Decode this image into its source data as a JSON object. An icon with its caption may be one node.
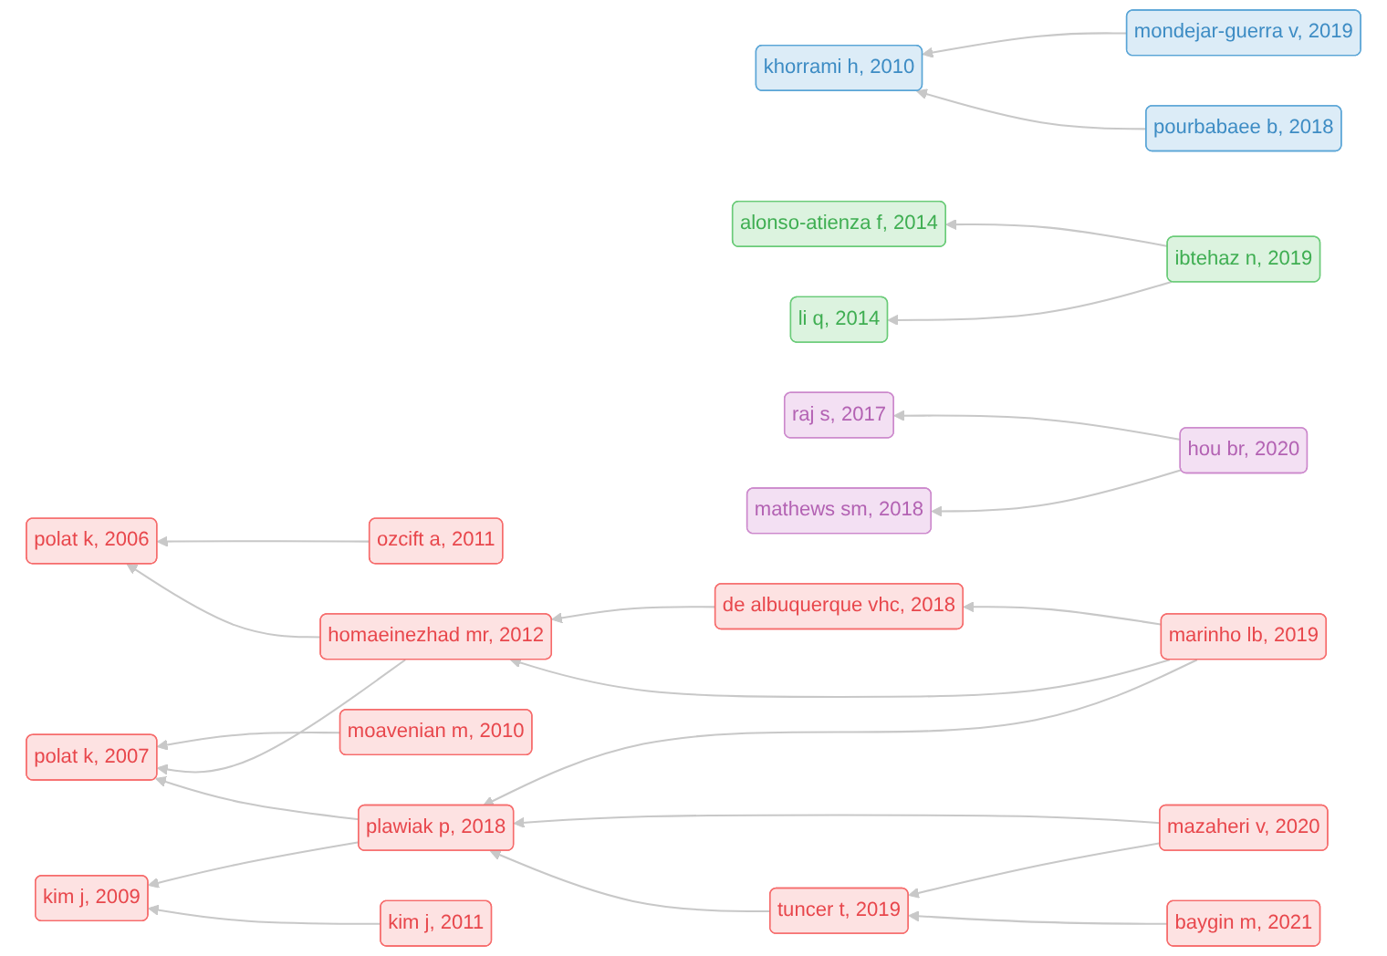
{
  "diagram": {
    "nodes": [
      {
        "text": [
          "ozcift a, 2011"
        ]
      },
      {
        "text": [
          "de albuquerque vhc, 2018"
        ]
      },
      {
        "text": [
          "polat k, 2006"
        ]
      },
      {
        "text": [
          "moavenian m, 2010"
        ]
      },
      {
        "text": [
          "marinho lb, 2019"
        ]
      },
      {
        "text": [
          "polat k, 2007"
        ]
      },
      {
        "text": [
          "homaeinezhad mr, 2012"
        ]
      },
      {
        "text": [
          "plawiak p, 2018"
        ]
      },
      {
        "text": [
          "mazaheri v, 2020"
        ]
      },
      {
        "text": [
          "kim j, 2011"
        ]
      },
      {
        "text": [
          "kim j, 2009"
        ]
      },
      {
        "text": [
          "tuncer t, 2019"
        ]
      },
      {
        "text": [
          "baygin m, 2021"
        ]
      },
      {
        "text": [
          "mondejar-guerra v, 2019"
        ]
      },
      {
        "text": [
          "khorrami h, 2010"
        ]
      },
      {
        "text": [
          "pourbabaee b, 2018"
        ]
      },
      {
        "text": [
          "alonso-atienza f, 2014"
        ]
      },
      {
        "text": [
          "ibtehaz n, 2019"
        ]
      },
      {
        "text": [
          "li q, 2014"
        ]
      },
      {
        "text": [
          "raj s, 2017"
        ]
      },
      {
        "text": [
          "hou br, 2020"
        ]
      },
      {
        "text": [
          "mathews sm, 2018"
        ]
      }
    ],
    "edges": [
      {
        "from": 0,
        "to": 2,
        "arrow": "to"
      },
      {
        "from": 6,
        "to": 2,
        "arrow": "to"
      },
      {
        "from": 3,
        "to": 5,
        "arrow": "to"
      },
      {
        "from": 6,
        "to": 5,
        "arrow": "to"
      },
      {
        "from": 1,
        "to": 6,
        "arrow": "to"
      },
      {
        "from": 4,
        "to": 6,
        "arrow": "to"
      },
      {
        "from": 4,
        "to": 1,
        "arrow": "to"
      },
      {
        "from": 4,
        "to": 7,
        "arrow": "to"
      },
      {
        "from": 7,
        "to": 5,
        "arrow": "to"
      },
      {
        "from": 7,
        "to": 10,
        "arrow": "to"
      },
      {
        "from": 9,
        "to": 10,
        "arrow": "to"
      },
      {
        "from": 8,
        "to": 7,
        "arrow": "to"
      },
      {
        "from": 8,
        "to": 11,
        "arrow": "to"
      },
      {
        "from": 11,
        "to": 7,
        "arrow": "to"
      },
      {
        "from": 12,
        "to": 11,
        "arrow": "to"
      },
      {
        "from": 13,
        "to": 14,
        "arrow": "to"
      },
      {
        "from": 15,
        "to": 14,
        "arrow": "to"
      },
      {
        "from": 17,
        "to": 16,
        "arrow": "to"
      },
      {
        "from": 17,
        "to": 18,
        "arrow": "to"
      },
      {
        "from": 20,
        "to": 19,
        "arrow": "to"
      },
      {
        "from": 20,
        "to": 21,
        "arrow": "to"
      }
    ]
  }
}
